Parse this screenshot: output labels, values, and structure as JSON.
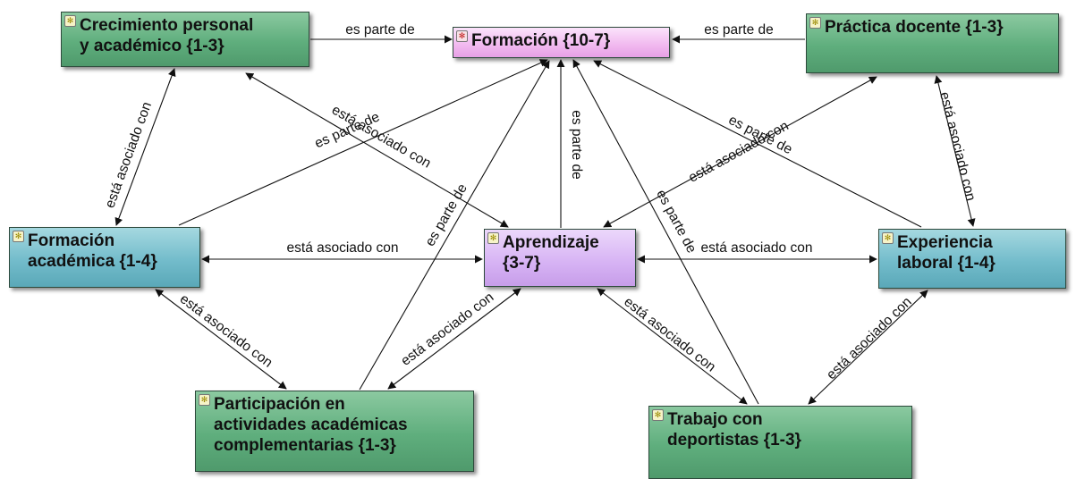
{
  "nodes": {
    "crecimiento": {
      "label": "Crecimiento personal\ny académico {1-3}"
    },
    "formacion": {
      "label": "Formación {10-7}"
    },
    "practica": {
      "label": "Práctica docente {1-3}"
    },
    "formacion_academica": {
      "label": "Formación\nacadémica {1-4}"
    },
    "aprendizaje": {
      "label": "Aprendizaje\n{3-7}"
    },
    "experiencia": {
      "label": "Experiencia\nlaboral {1-4}"
    },
    "participacion": {
      "label": "Participación en\nactividades académicas\ncomplementarias {1-3}"
    },
    "trabajo": {
      "label": "Trabajo con\ndeportistas {1-3}"
    }
  },
  "edge_labels": {
    "crec_form": "es parte de",
    "prac_form": "es parte de",
    "apr_form": "es parte de",
    "crec_fa": "está asociado con",
    "crec_apr": "está asociado con",
    "fa_form": "es parte de",
    "prac_exp": "está asociado con",
    "prac_apr": "está asociado con",
    "exp_form": "es parte de",
    "fa_apr": "está asociado con",
    "apr_exp": "está asociado con",
    "part_form": "es parte de",
    "trab_form": "es parte de",
    "fa_part": "está asociado con",
    "part_apr": "está asociado con",
    "apr_trab": "está asociado con",
    "exp_trab": "está asociado con"
  }
}
